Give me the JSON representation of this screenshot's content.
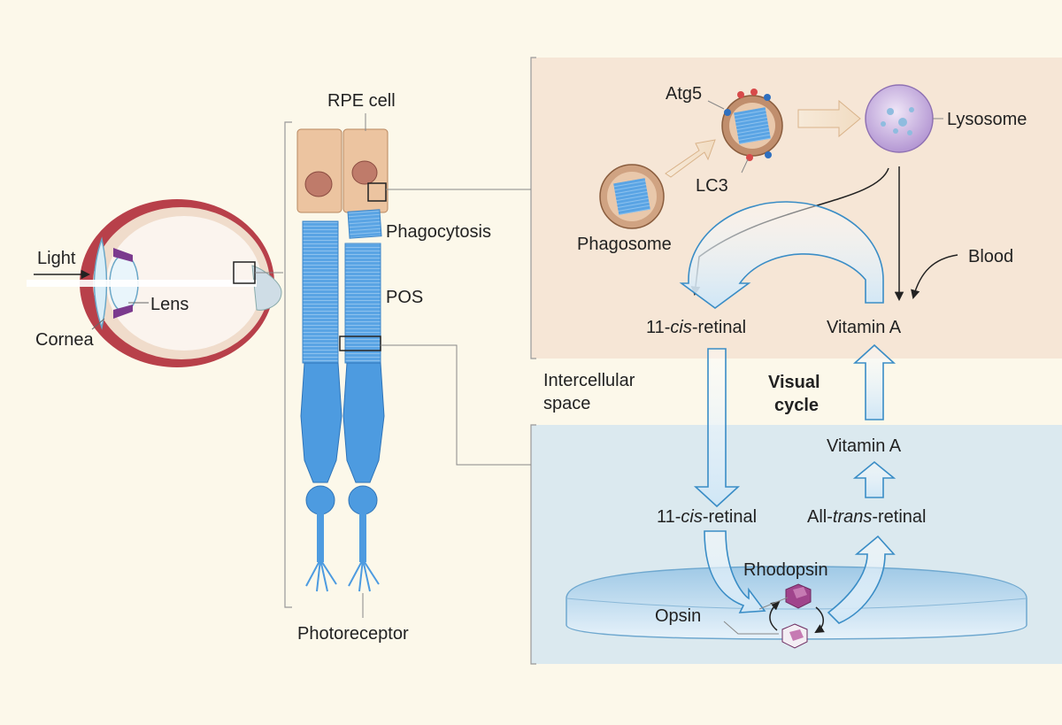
{
  "labels": {
    "light": "Light",
    "lens": "Lens",
    "cornea": "Cornea",
    "rpe_cell": "RPE cell",
    "phagocytosis": "Phagocytosis",
    "pos": "POS",
    "photoreceptor": "Photoreceptor",
    "atg5": "Atg5",
    "lc3": "LC3",
    "lysosome": "Lysosome",
    "phagosome": "Phagosome",
    "blood": "Blood",
    "intercellular_line1": "Intercellular",
    "intercellular_line2": "space",
    "visual_cycle_line1": "Visual",
    "visual_cycle_line2": "cycle",
    "rhodopsin": "Rhodopsin",
    "opsin": "Opsin"
  },
  "retinoids": {
    "rpe_left": {
      "prefix": "11-",
      "italic": "cis",
      "suffix": "-retinal"
    },
    "rpe_right": "Vitamin A",
    "pr_vitamin_a": "Vitamin A",
    "pr_left": {
      "prefix": "11-",
      "italic": "cis",
      "suffix": "-retinal"
    },
    "pr_right": {
      "prefix": "All-",
      "italic": "trans",
      "suffix": "-retinal"
    }
  },
  "colors": {
    "background": "#fcf8ea",
    "rpe_panel": "#f6e6d6",
    "photoreceptor_panel": "#dbe9ef",
    "photoreceptor_blue": "#4d9be0",
    "rpe_cell": "#ecc4a0",
    "arrow_blue": "#3a8dc6",
    "arrow_tan": "#d9b38a",
    "lysosome": "#c2a9da",
    "opsin_purple": "#a0448c"
  }
}
